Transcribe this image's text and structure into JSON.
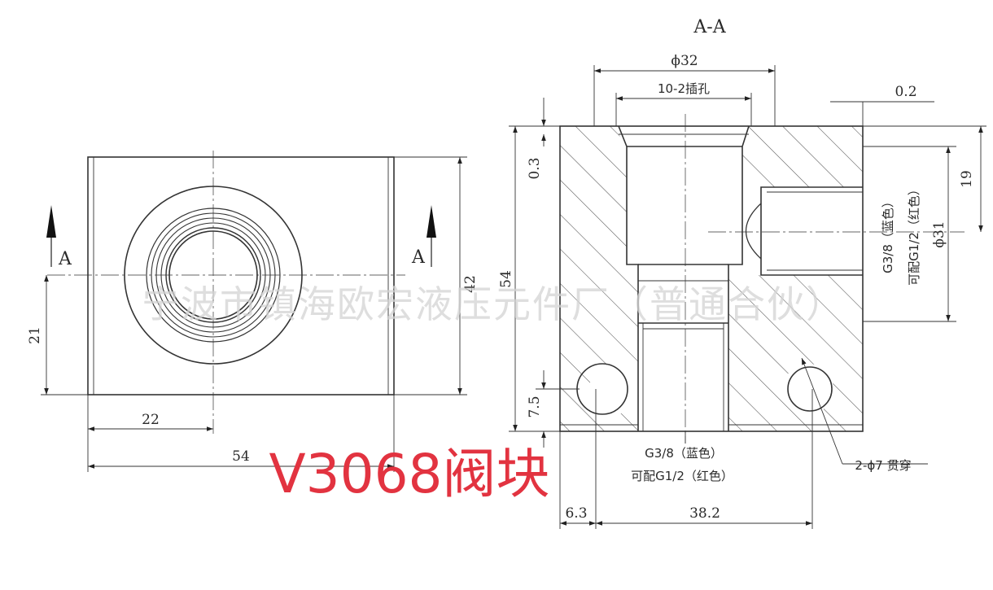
{
  "title_section": "A-A",
  "product_label": "V3068阀块",
  "watermark": "宁波市镇海欧宏液压元件厂（普通合伙）",
  "front_view": {
    "section_mark_left": "A",
    "section_mark_right": "A",
    "dim_height_half": "21",
    "dim_height_total": "42",
    "dim_width_half": "22",
    "dim_width_total": "54"
  },
  "section_view": {
    "dim_phi32": "ϕ32",
    "dim_cartridge": "10-2插孔",
    "dim_02": "0.2",
    "dim_03": "0.3",
    "dim_54": "54",
    "dim_19": "19",
    "dim_phi31": "ϕ31",
    "side_port_line1": "G3/8（蓝色）",
    "side_port_line2": "可配G1/2（红色）",
    "dim_75": "7.5",
    "bottom_port_line1": "G3/8（蓝色）",
    "bottom_port_line2": "可配G1/2（红色）",
    "mount_holes": "2-ϕ7 贯穿",
    "dim_63": "6.3",
    "dim_382": "38.2"
  }
}
